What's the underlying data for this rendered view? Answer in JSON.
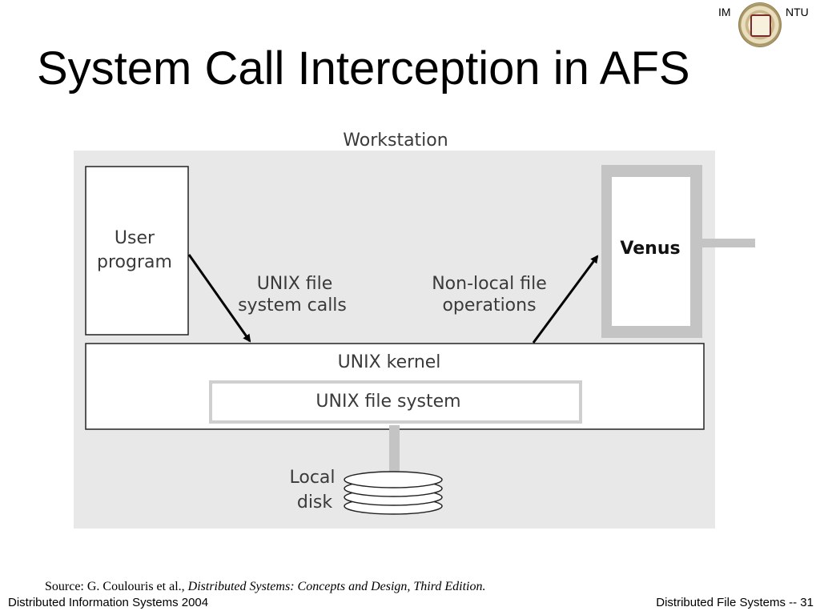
{
  "header": {
    "left_label": "IM",
    "right_label": "NTU",
    "seal_icon": "university-seal-icon"
  },
  "slide": {
    "title": "System Call Interception in AFS"
  },
  "diagram": {
    "workstation_label": "Workstation",
    "user_program_line1": "User",
    "user_program_line2": "program",
    "unix_calls_line1": "UNIX file",
    "unix_calls_line2": "system calls",
    "nonlocal_line1": "Non-local file",
    "nonlocal_line2": "operations",
    "venus_label": "Venus",
    "kernel_label": "UNIX kernel",
    "fs_label": "UNIX file system",
    "disk_line1": "Local",
    "disk_line2": "disk",
    "colors": {
      "workstation_bg": "#e8e8e8",
      "venus_frame": "#c4c4c4",
      "fs_border": "#cfcfcf"
    }
  },
  "source": {
    "prefix": "Source: G. Coulouris et al., ",
    "book": "Distributed Systems: Concepts and Design, Third Edition."
  },
  "footer": {
    "left": "Distributed Information Systems 2004",
    "right": "Distributed File Systems -- 31"
  }
}
